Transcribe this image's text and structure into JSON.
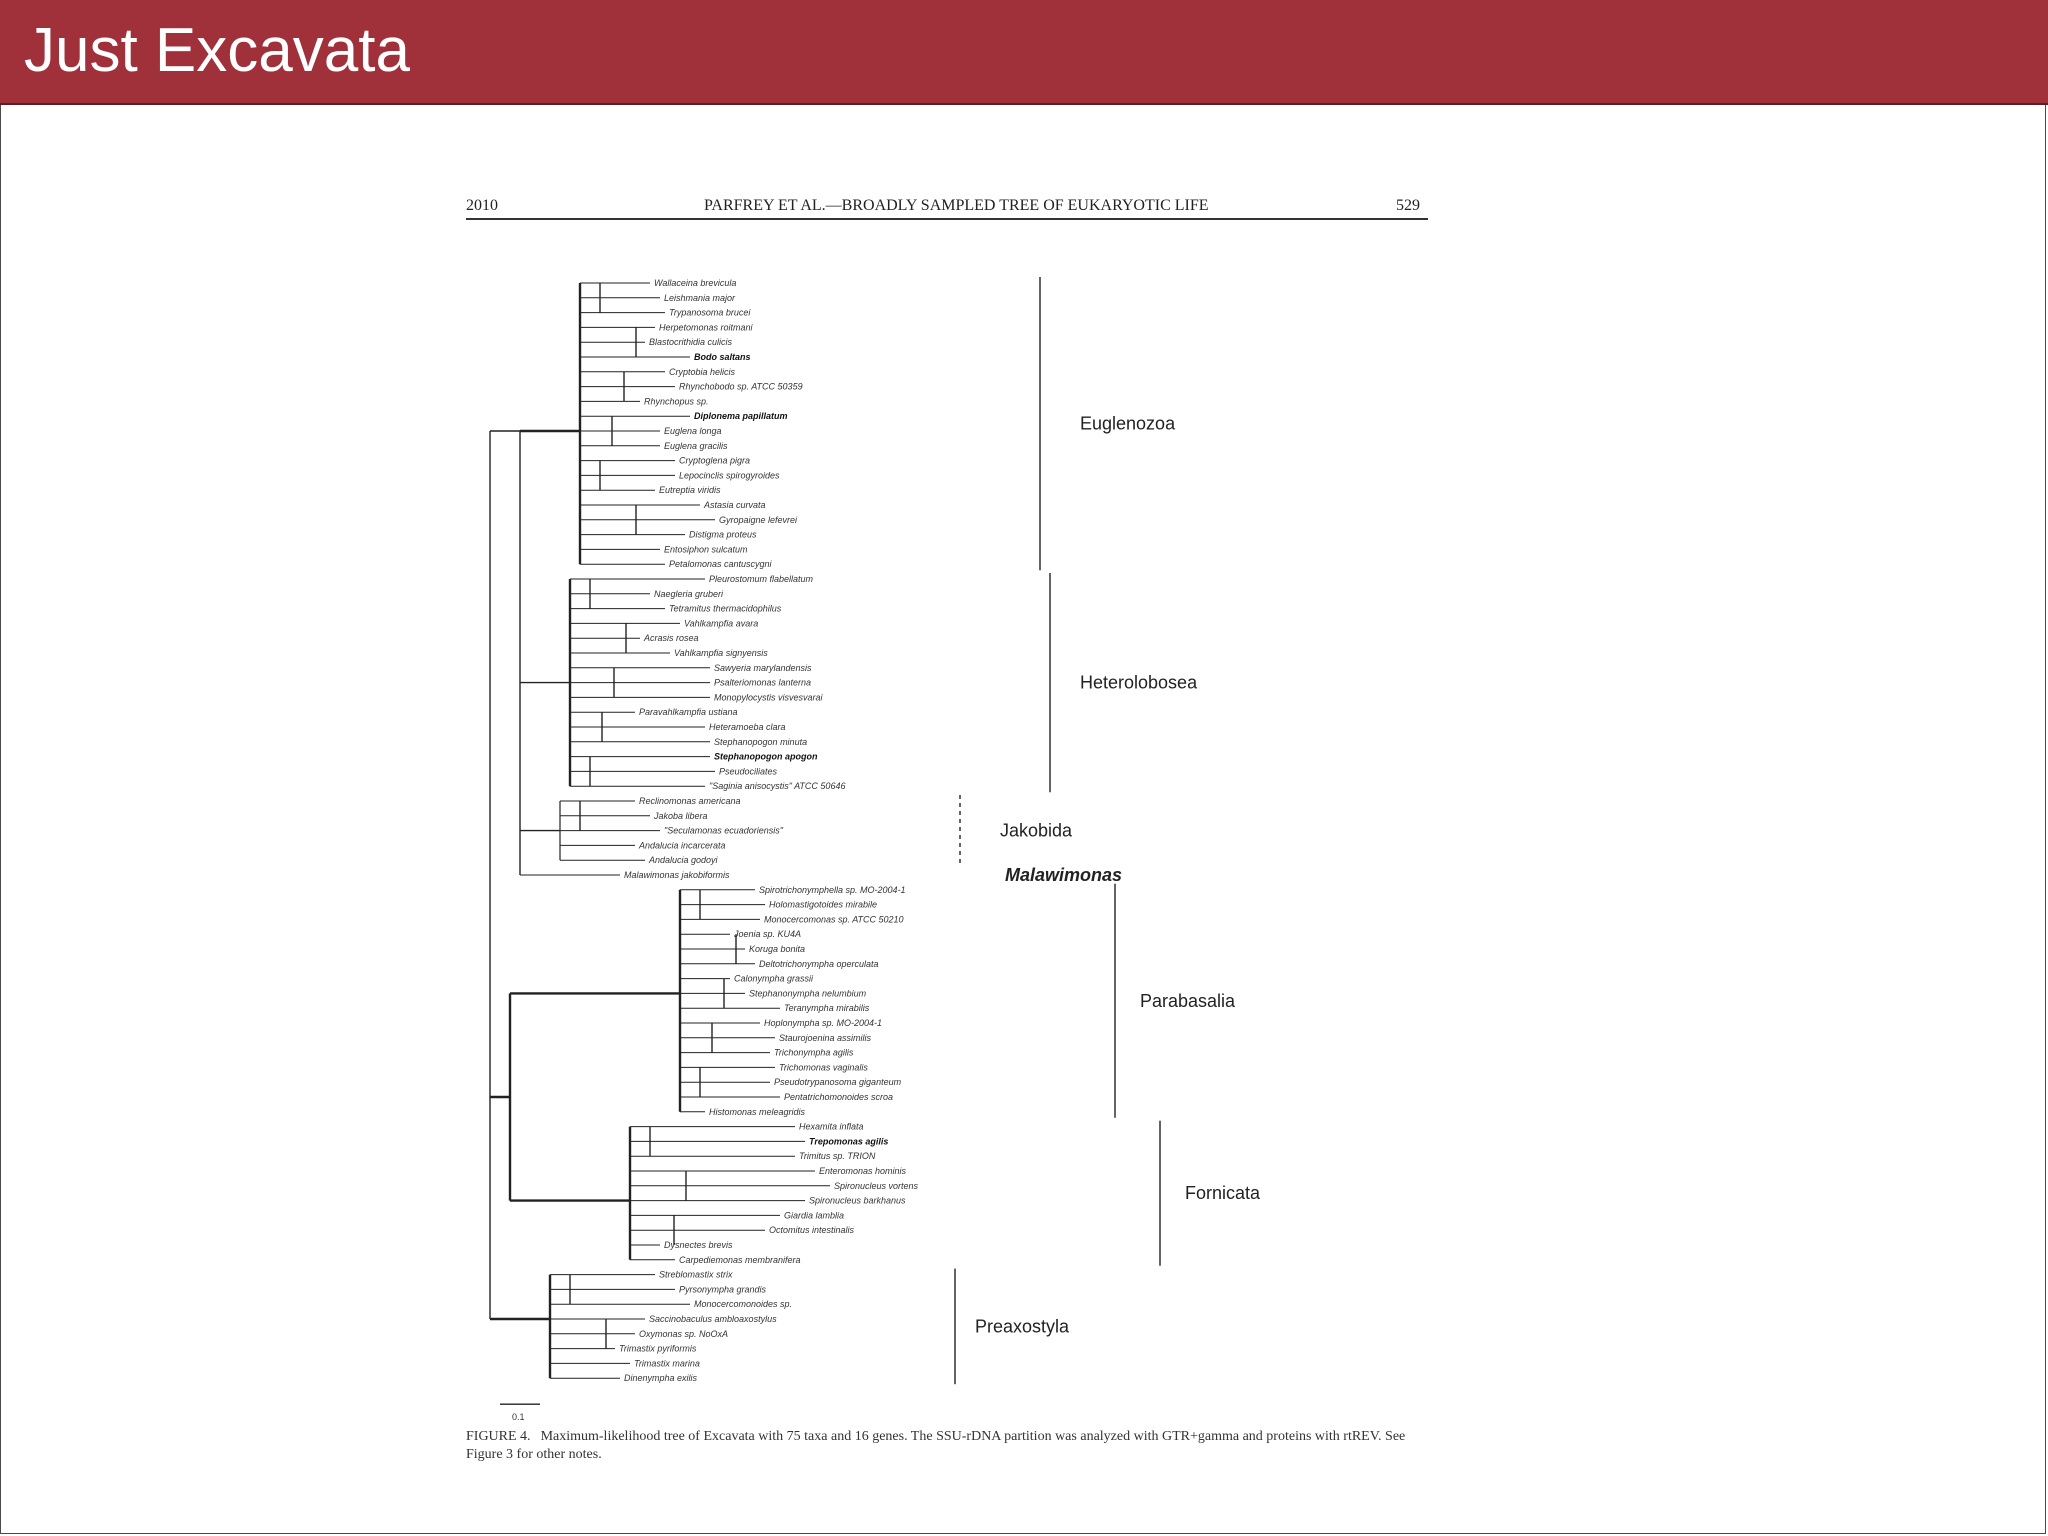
{
  "slide": {
    "title": "Just Excavata"
  },
  "page_header": {
    "year": "2010",
    "running_title": "PARFREY ET AL.—BROADLY SAMPLED TREE OF EUKARYOTIC LIFE",
    "page_number": "529"
  },
  "scale_bar": {
    "label": "0.1"
  },
  "caption": {
    "label": "FIGURE 4.",
    "text": "Maximum-likelihood tree of Excavata with 75 taxa and 16 genes. The SSU-rDNA partition was analyzed with GTR+gamma and proteins with rtREV. See Figure 3 for other notes."
  },
  "clades": [
    {
      "name": "Euglenozoa",
      "italic": false
    },
    {
      "name": "Heterolobosea",
      "italic": false
    },
    {
      "name": "Jakobida",
      "italic": false
    },
    {
      "name": "Malawimonas",
      "italic": true
    },
    {
      "name": "Parabasalia",
      "italic": false
    },
    {
      "name": "Fornicata",
      "italic": false
    },
    {
      "name": "Preaxostyla",
      "italic": false
    }
  ],
  "taxa": [
    "Wallaceina brevicula",
    "Leishmania major",
    "Trypanosoma brucei",
    "Herpetomonas roitmani",
    "Blastocrithidia culicis",
    "Bodo saltans",
    "Cryptobia helicis",
    "Rhynchobodo sp. ATCC 50359",
    "Rhynchopus sp.",
    "Diplonema papillatum",
    "Euglena longa",
    "Euglena gracilis",
    "Cryptoglena pigra",
    "Lepocinclis spirogyroides",
    "Eutreptia viridis",
    "Astasia curvata",
    "Gyropaigne lefevrei",
    "Distigma proteus",
    "Entosiphon sulcatum",
    "Petalomonas cantuscygni",
    "Pleurostomum flabellatum",
    "Naegleria gruberi",
    "Tetramitus thermacidophilus",
    "Vahlkampfia avara",
    "Acrasis rosea",
    "Vahlkampfia signyensis",
    "Sawyeria marylandensis",
    "Psalteriomonas lanterna",
    "Monopylocystis visvesvarai",
    "Paravahlkampfia ustiana",
    "Heteramoeba clara",
    "Stephanopogon minuta",
    "Stephanopogon apogon",
    "Pseudociliates",
    "\"Saginia anisocystis\" ATCC 50646",
    "Reclinomonas americana",
    "Jakoba libera",
    "\"Seculamonas ecuadoriensis\"",
    "Andalucia incarcerata",
    "Andalucia godoyi",
    "Malawimonas jakobiformis",
    "Spirotrichonymphella sp. MO-2004-1",
    "Holomastigotoides mirabile",
    "Monocercomonas sp. ATCC 50210",
    "Joenia sp. KU4A",
    "Koruga bonita",
    "Deltotrichonympha operculata",
    "Calonympha grassii",
    "Stephanonympha nelumbium",
    "Teranympha mirabilis",
    "Hoplonympha sp. MO-2004-1",
    "Staurojoenina assimilis",
    "Trichonympha agilis",
    "Trichomonas vaginalis",
    "Pseudotrypanosoma giganteum",
    "Pentatrichomonoides scroa",
    "Histomonas meleagridis",
    "Hexamita inflata",
    "Trepomonas agilis",
    "Trimitus sp. TRION",
    "Enteromonas hominis",
    "Spironucleus vortens",
    "Spironucleus barkhanus",
    "Giardia lamblia",
    "Octomitus intestinalis",
    "Dysnectes brevis",
    "Carpediemonas membranifera",
    "Streblomastix strix",
    "Pyrsonympha grandis",
    "Monocercomonoides sp.",
    "Saccinobaculus ambloaxostylus",
    "Oxymonas sp. NoOxA",
    "Trimastix pyriformis",
    "Trimastix marina",
    "Dinenympha exilis"
  ],
  "bold_taxa": [
    "Bodo saltans",
    "Diplonema papillatum",
    "Stephanopogon apogon",
    "Trepomonas agilis"
  ]
}
